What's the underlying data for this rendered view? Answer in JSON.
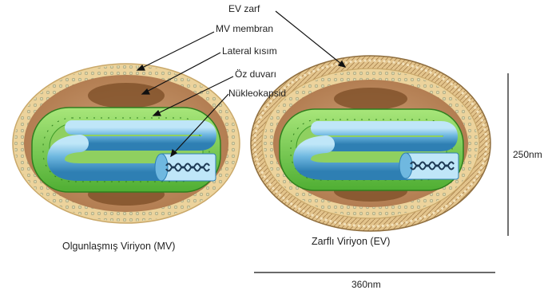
{
  "labels": {
    "ev_envelope": "EV zarf",
    "mv_membrane": "MV membran",
    "lateral_body": "Lateral kısım",
    "core_wall": "Öz duvarı",
    "nucleocapsid": "Nükleokapsid"
  },
  "captions": {
    "mv": "Olgunlaşmış Viriyon (MV)",
    "ev": "Zarflı Viriyon (EV)"
  },
  "scale": {
    "height_label": "250nm",
    "width_label": "360nm"
  },
  "colors": {
    "membrane_outer": "#e9c98a",
    "membrane_dots": "#8a8a6a",
    "lateral": "#9a6a3c",
    "matrix": "#b9825a",
    "core_wall_light": "#9ee06a",
    "core_wall_dark": "#47a82c",
    "core_fill": "#7cc24e",
    "dna_tube": "#6fb8e0",
    "dna_tube_dark": "#2e7fb3",
    "envelope": "#d8b97a",
    "envelope_dark": "#9a7a4a"
  }
}
